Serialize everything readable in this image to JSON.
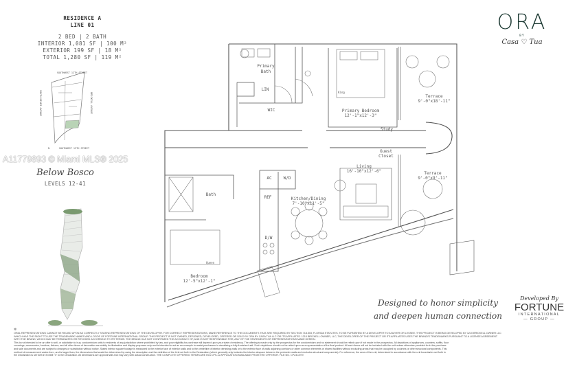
{
  "unit": {
    "residence": "RESIDENCE A",
    "line": "LINE 01",
    "beds_baths": "2 BED | 2 BATH",
    "interior": "INTERIOR 1,081 SF | 100 M²",
    "exterior": "EXTERIOR 199 SF | 18 M²",
    "total": "TOTAL 1,280 SF | 119 M²"
  },
  "key_plan": {
    "street_top": "SOUTHWEST 12TH STREET",
    "street_bottom": "SOUTHWEST 13TH STREET",
    "avenue_left": "SOUTH MIAMI AVENUE",
    "avenue_right": "BRICKELL AVENUE",
    "north": "N",
    "highlight_color": "#b9d3b6"
  },
  "collection": {
    "name": "Below Bosco",
    "levels": "LEVELS 12-41"
  },
  "watermark": "A11779893 © Miami MLS® 2025",
  "brand": {
    "name": "ORA",
    "by": "BY",
    "partner": "Casa ♡ Tua",
    "color": "#1d3a33"
  },
  "rooms": {
    "primary_bath": [
      "Primary",
      "Bath"
    ],
    "lin": "LIN",
    "wic": "WIC",
    "king": "King",
    "primary_bedroom": {
      "name": "Primary Bedroom",
      "size": "12'-1\"x12'-3\""
    },
    "terrace_1": {
      "name": "Terrace",
      "size": "9'-0\"x18'-11\""
    },
    "study": "Study",
    "guest_closet": [
      "Guest",
      "Closet"
    ],
    "living": {
      "name": "Living",
      "size": "16'-10\"x12'-6\""
    },
    "terrace_2": {
      "name": "Terrace",
      "size": "9'-0\"x9'-11\""
    },
    "bath": "Bath",
    "ac": "AC",
    "wd": "W/D",
    "ref": "REF",
    "dw": "D/W",
    "kitchen_dining": {
      "name": "Kitchen/Dining",
      "size": "7'-10\"x11'-5\""
    },
    "queen": "Queen",
    "bedroom": {
      "name": "Bedroom",
      "size": "12'-5\"x12'-1\""
    }
  },
  "tagline": [
    "Designed to honor simplicity",
    "and deepen human connection"
  ],
  "developer": {
    "label": "Developed By",
    "name": "FORTUNE",
    "sub": "INTERNATIONAL",
    "group": "— GROUP —"
  },
  "disclaimer": [
    "ORAL REPRESENTATIONS CANNOT BE RELIED UPON AS CORRECTLY STATING REPRESENTATIONS OF THE DEVELOPER. FOR CORRECT REPRESENTATIONS, MAKE REFERENCE TO THE DOCUMENTS THAT ARE REQUIRED BY SECTION 718.503, FLORIDA STATUTES, TO BE FURNISHED BY A DEVELOPER TO A BUYER OR LESSEE. THIS PROJECT IS BEING DEVELOPED BY 1210 BRICKELL OWNER LLC",
    "WHICH HAS THE RIGHT TO USE THE TRADEMARK NAMES AND LOGOS OF FORTUNE INTERNATIONAL GROUP. THIS PROJECT IS NOT OWNED, DESIGNED, DEVELOPED, OFFERED OR SOLD BY ORA BY CASA TUA LLC OR ITS AFFILIATES. 1210 BRICKELL OWNER, LLC, THE DEVELOPER OF THE PROJECT OR ITS AFFILIATES USES THE BRAND'S TRADEMARKS PURSUANT TO A LICENSE AGREEMENT",
    "WITH THE BRAND, WHICH MAY BE TERMINATED OR REVOKED ACCORDING TO ITS TERMS. THE BRAND HAS NOT CONFIRMED THE ACCURACY OF, AND IS NOT RESPONSIBLE FOR, ANY OF THE STATEMENTS OR REPRESENTATIONS MADE HEREIN.",
    "This is not intended to be an offer to sell, or solicitation to buy, condominium units to residents of any jurisdiction where prohibited by law, and your eligibility for purchase will depend upon your state of residency. The offering is made only by the prospectus for the condominium and no statement should be relied upon if not made in the prospectus. All depictions of appliances, counters, soffits, floor",
    "coverings, accessories, furniture, fixtures, and all other items of decoration are strictly for illustrative and display purposes only and is intended to act as an example to assist purchasers in visualizing a fully furnished unit. Such depictions should not be relied upon as a representation of the final product. All such items will not be included with the unit unless otherwise provided for in the purchase",
    "and sale documents and are subject to changes or substitution without notice. Stated interior square footage is measured to the exterior face of exterior walls and to the centerline of interior demising walls or to the exterior face of walls adjoining corridors or other common elements or shared facilities without excluding areas that may be occupied by columns or other structural components. This",
    "method of measurement varies from, and is larger than, the dimensions that would be determined by using the description and the definition of the Unit set forth in the Declaration (which generally only includes the interior airspace between the perimeter walls and excludes structural components). For reference, the area of the unit, determined in accordance with the unit boundaries set forth in",
    "the Declaration is set forth in Exhibit \"3\" to the Declaration. All dimensions are approximate and may vary with actual construction. THE COMPLETE OFFERING TERMS ARE IN A CPS-12 APPLICATION AVAILABLE FROM THE OFFEROR. FILE NO. CP24-0079"
  ]
}
